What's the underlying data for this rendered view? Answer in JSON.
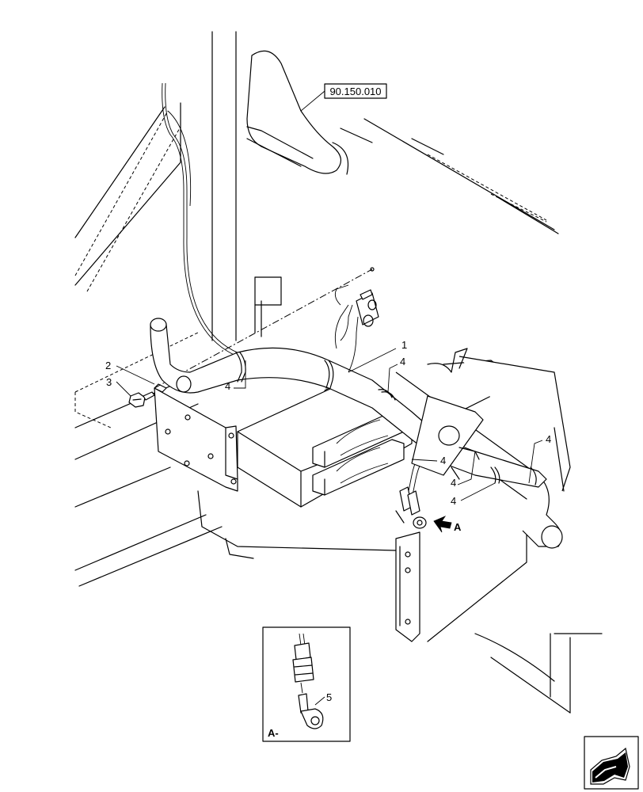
{
  "reference": {
    "text": "90.150.010"
  },
  "callouts": {
    "c1": "1",
    "c2": "2",
    "c3": "3",
    "c4a": "4",
    "c4b": "4",
    "c4c": "4",
    "c4d": "4",
    "c4e": "4",
    "c4f": "4",
    "c5": "5"
  },
  "view_marker": {
    "text": "A"
  },
  "detail": {
    "title": "A-"
  },
  "icons": {
    "nav": "next-page-arrow-icon"
  }
}
